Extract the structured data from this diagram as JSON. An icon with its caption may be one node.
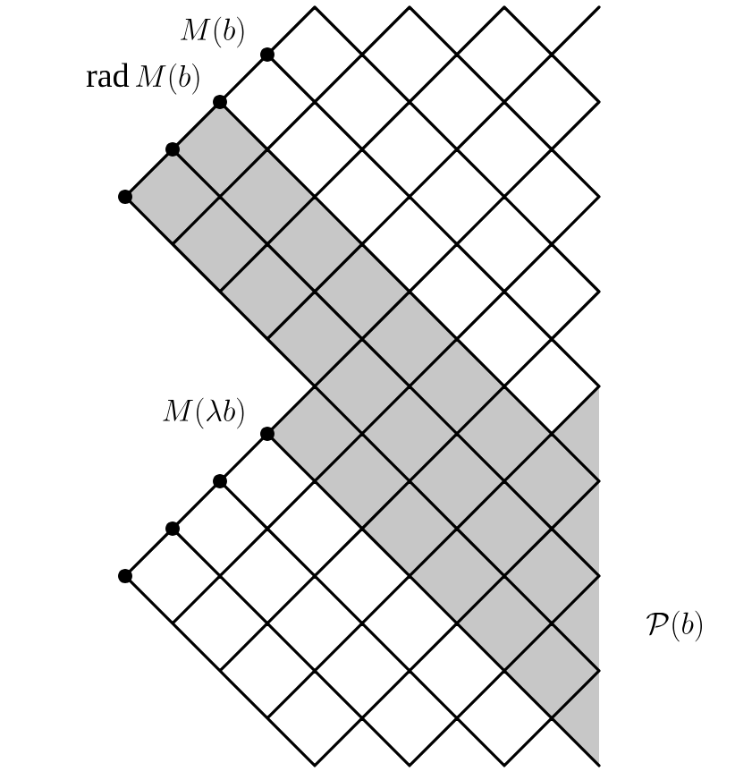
{
  "diagram": {
    "labels": [
      "M(b)",
      "\\mathrm{rad}\\,M(b)",
      "M(\\lambda b)",
      "\\mathcal{P}(b)"
    ]
  }
}
